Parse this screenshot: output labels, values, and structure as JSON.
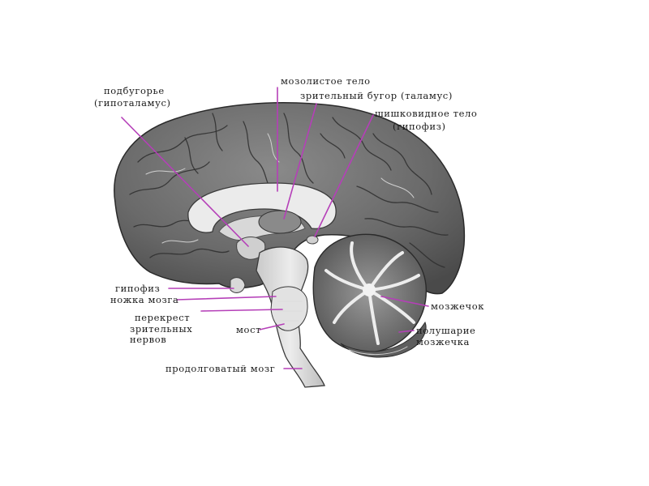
{
  "labels": {
    "hypothalamus_1": "подбугорье",
    "hypothalamus_2": "(гипоталамус)",
    "corpus_callosum": "мозолистое тело",
    "thalamus": "зрительный бугор (таламус)",
    "pineal_1": "шишковидное тело",
    "pineal_2": "(гипофиз)",
    "pituitary": "гипофиз",
    "cerebral_peduncle": "ножка мозга",
    "chiasm_1": "перекрест",
    "chiasm_2": "зрительных",
    "chiasm_3": "нервов",
    "pons": "мост",
    "medulla": "продолговатый мозг",
    "cerebellum": "мозжечок",
    "hemisphere_1": "полушарие",
    "hemisphere_2": "мозжечка"
  },
  "colors": {
    "pointer": "#b53fb8",
    "text": "#1b1b1b",
    "cortex": "#6f6f6f",
    "white_matter": "#e6e6e6"
  }
}
